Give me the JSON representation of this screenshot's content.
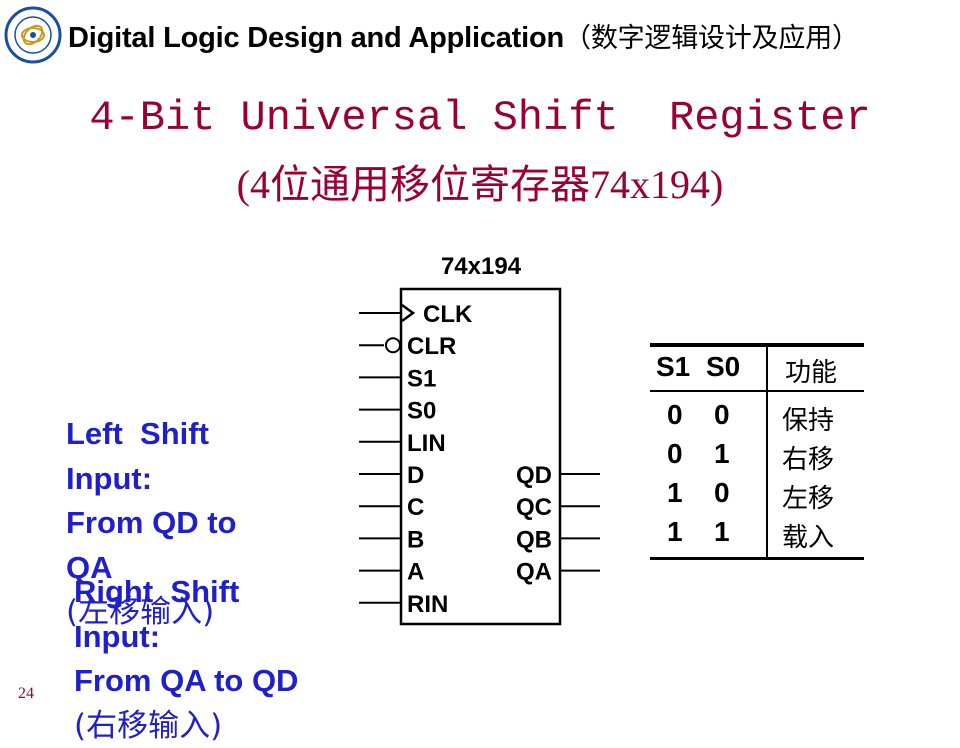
{
  "header": {
    "course_title": "Digital Logic Design and Application",
    "course_title_cn": "（数字逻辑设计及应用）"
  },
  "title": {
    "line1": "4-Bit Universal Shift  Register",
    "line2": "(4位通用移位寄存器74x194)"
  },
  "chip": {
    "name": "74x194",
    "inputs": [
      "CLK",
      "CLR",
      "S1",
      "S0",
      "LIN",
      "D",
      "C",
      "B",
      "A",
      "RIN"
    ],
    "outputs": [
      "QD",
      "QC",
      "QB",
      "QA"
    ]
  },
  "function_table": {
    "headers": [
      "S1",
      "S0",
      "功能"
    ],
    "rows": [
      {
        "s1": "0",
        "s0": "0",
        "func": "保持"
      },
      {
        "s1": "0",
        "s0": "1",
        "func": "右移"
      },
      {
        "s1": "1",
        "s0": "0",
        "func": "左移"
      },
      {
        "s1": "1",
        "s0": "1",
        "func": "载入"
      }
    ]
  },
  "left_shift": {
    "line1": "Left  Shift",
    "line2": "Input:",
    "line3": "From QD to",
    "line4": "QA",
    "line5": "(左移输入)"
  },
  "right_shift": {
    "line1": "Right  Shift",
    "line2": "Input:",
    "line3": "From QA to QD",
    "line4": "(右移输入)"
  },
  "page_number": "24",
  "colors": {
    "title": "#990033",
    "blue_text": "#1f1fcc",
    "logo": "#1a4fa0"
  }
}
